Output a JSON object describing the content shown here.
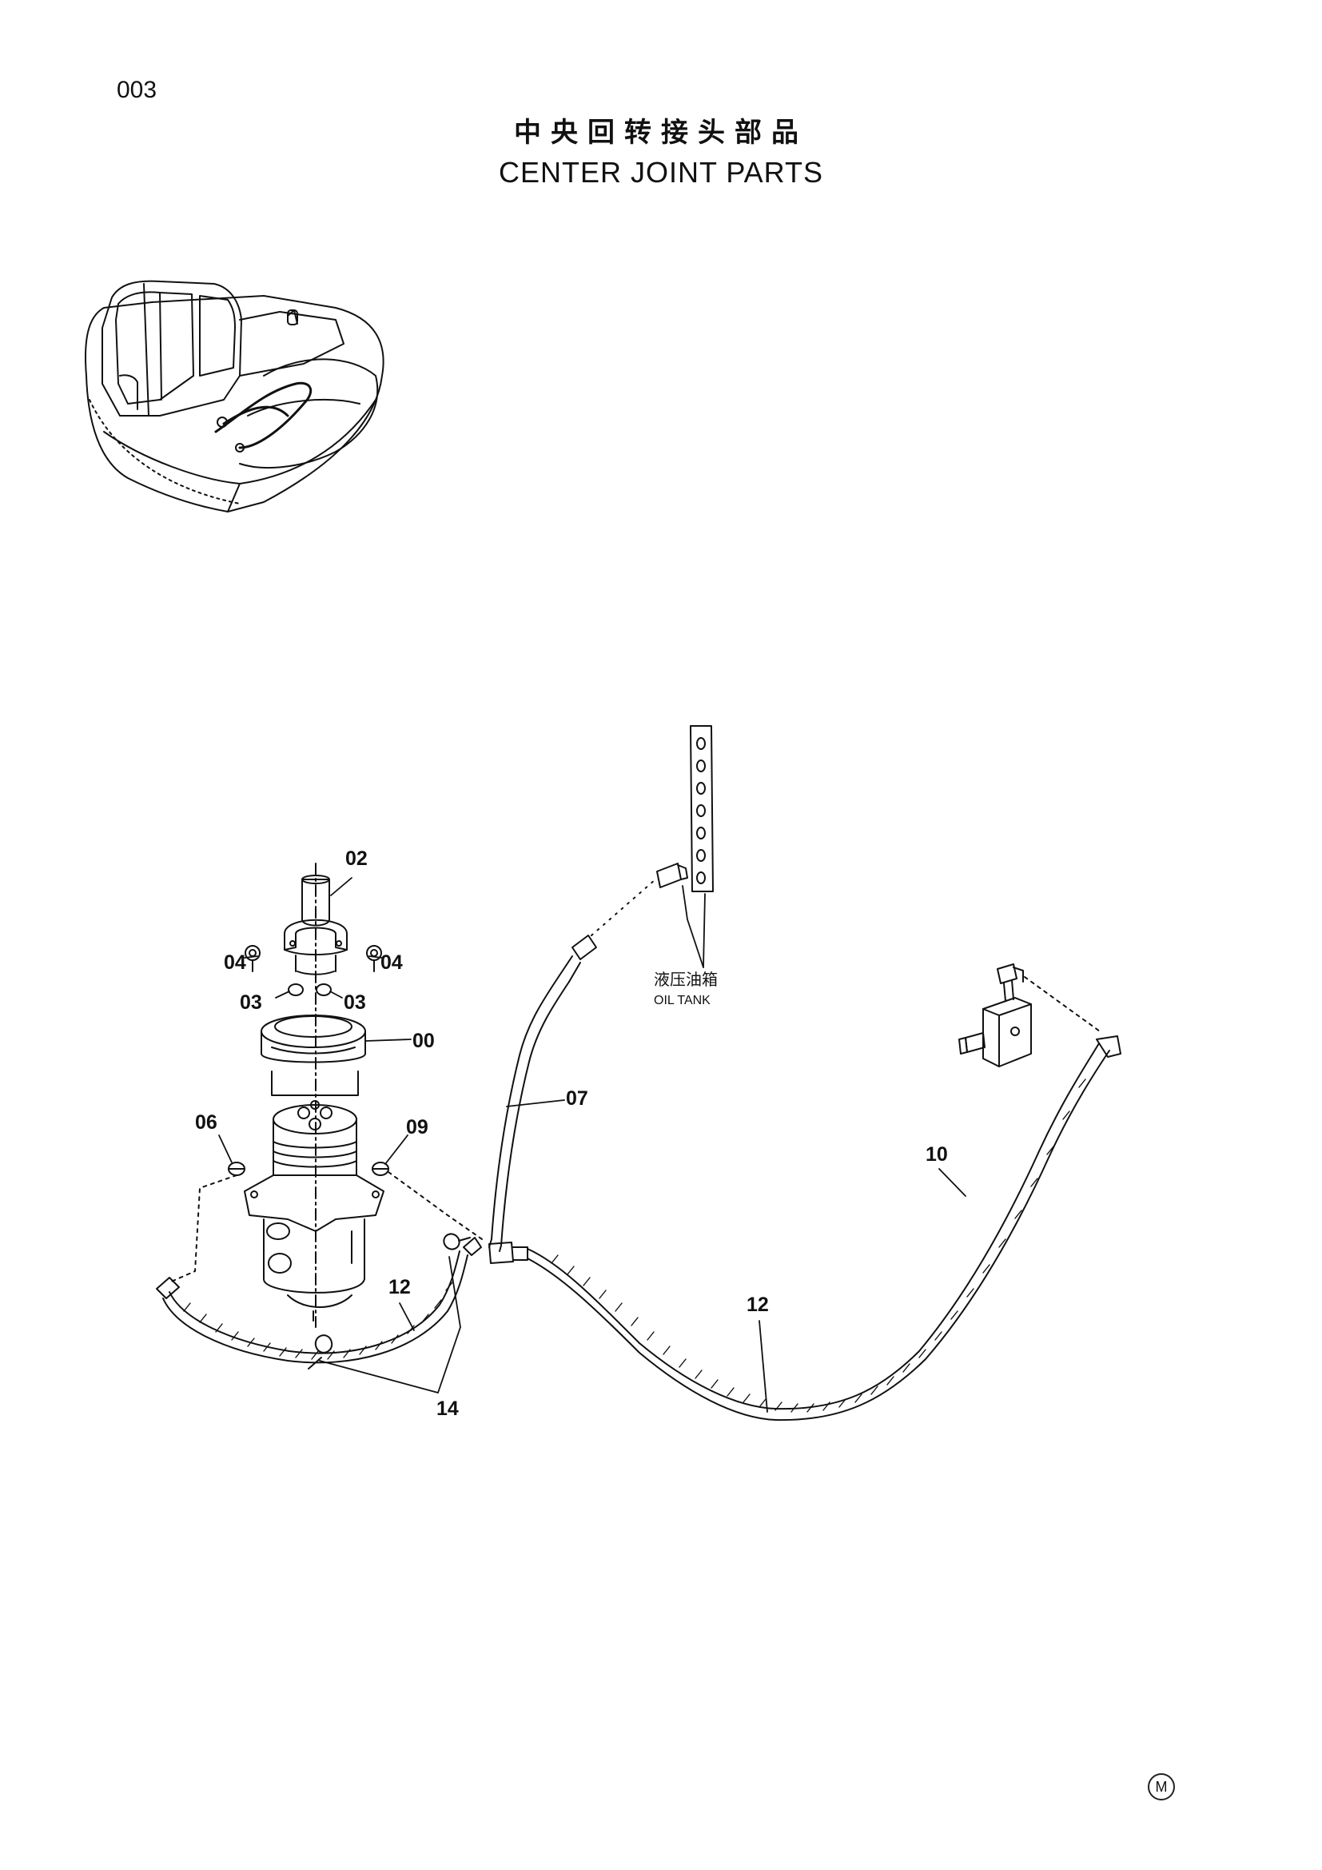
{
  "header": {
    "page_number": "003",
    "title_cn": "中央回转接头部品",
    "title_en": "CENTER JOINT PARTS"
  },
  "callouts": {
    "c00": "00",
    "c02": "02",
    "c03_left": "03",
    "c03_right": "03",
    "c04_left": "04",
    "c04_right": "04",
    "c06": "06",
    "c07": "07",
    "c09": "09",
    "c10": "10",
    "c12_left": "12",
    "c12_right": "12",
    "c14": "14"
  },
  "notes": {
    "oil_tank_cn": "液压油箱",
    "oil_tank_en": "OIL TANK"
  },
  "footer": {
    "mark": "M"
  },
  "colors": {
    "line": "#111111",
    "background": "#ffffff"
  }
}
